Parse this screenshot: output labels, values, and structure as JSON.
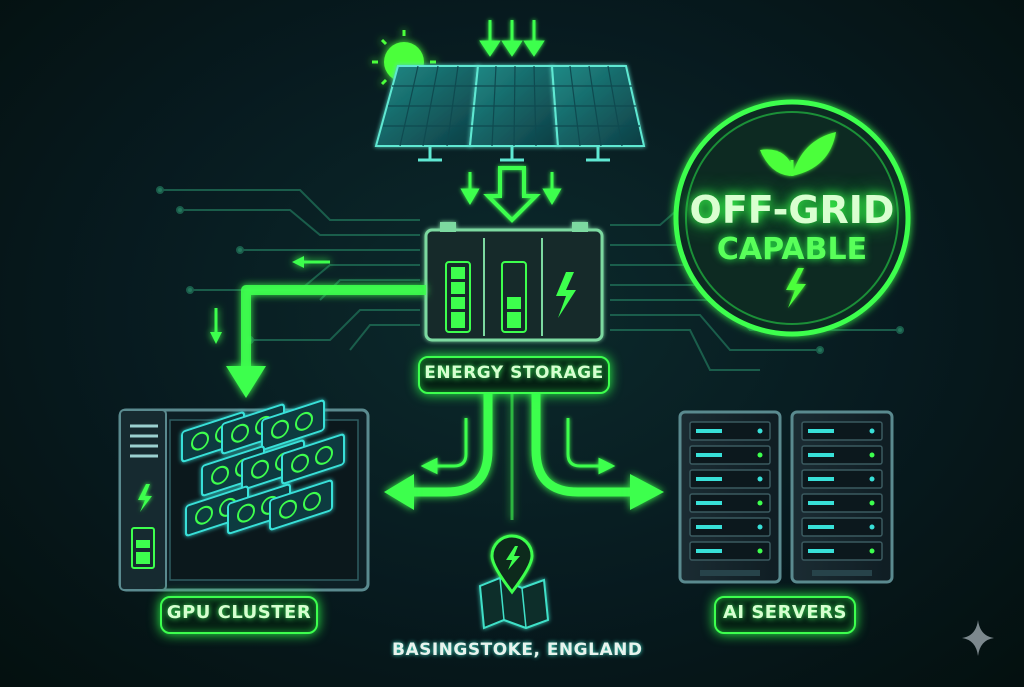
{
  "badge": {
    "line1": "OFF-GRID",
    "line2": "CAPABLE"
  },
  "nodes": {
    "storage": "ENERGY STORAGE",
    "gpu": "GPU CLUSTER",
    "servers": "AI SERVERS",
    "location": "BASINGSTOKE, ENGLAND"
  },
  "colors": {
    "glow": "#3dff4e",
    "cyan": "#38e0d8",
    "background": "#06141a"
  }
}
